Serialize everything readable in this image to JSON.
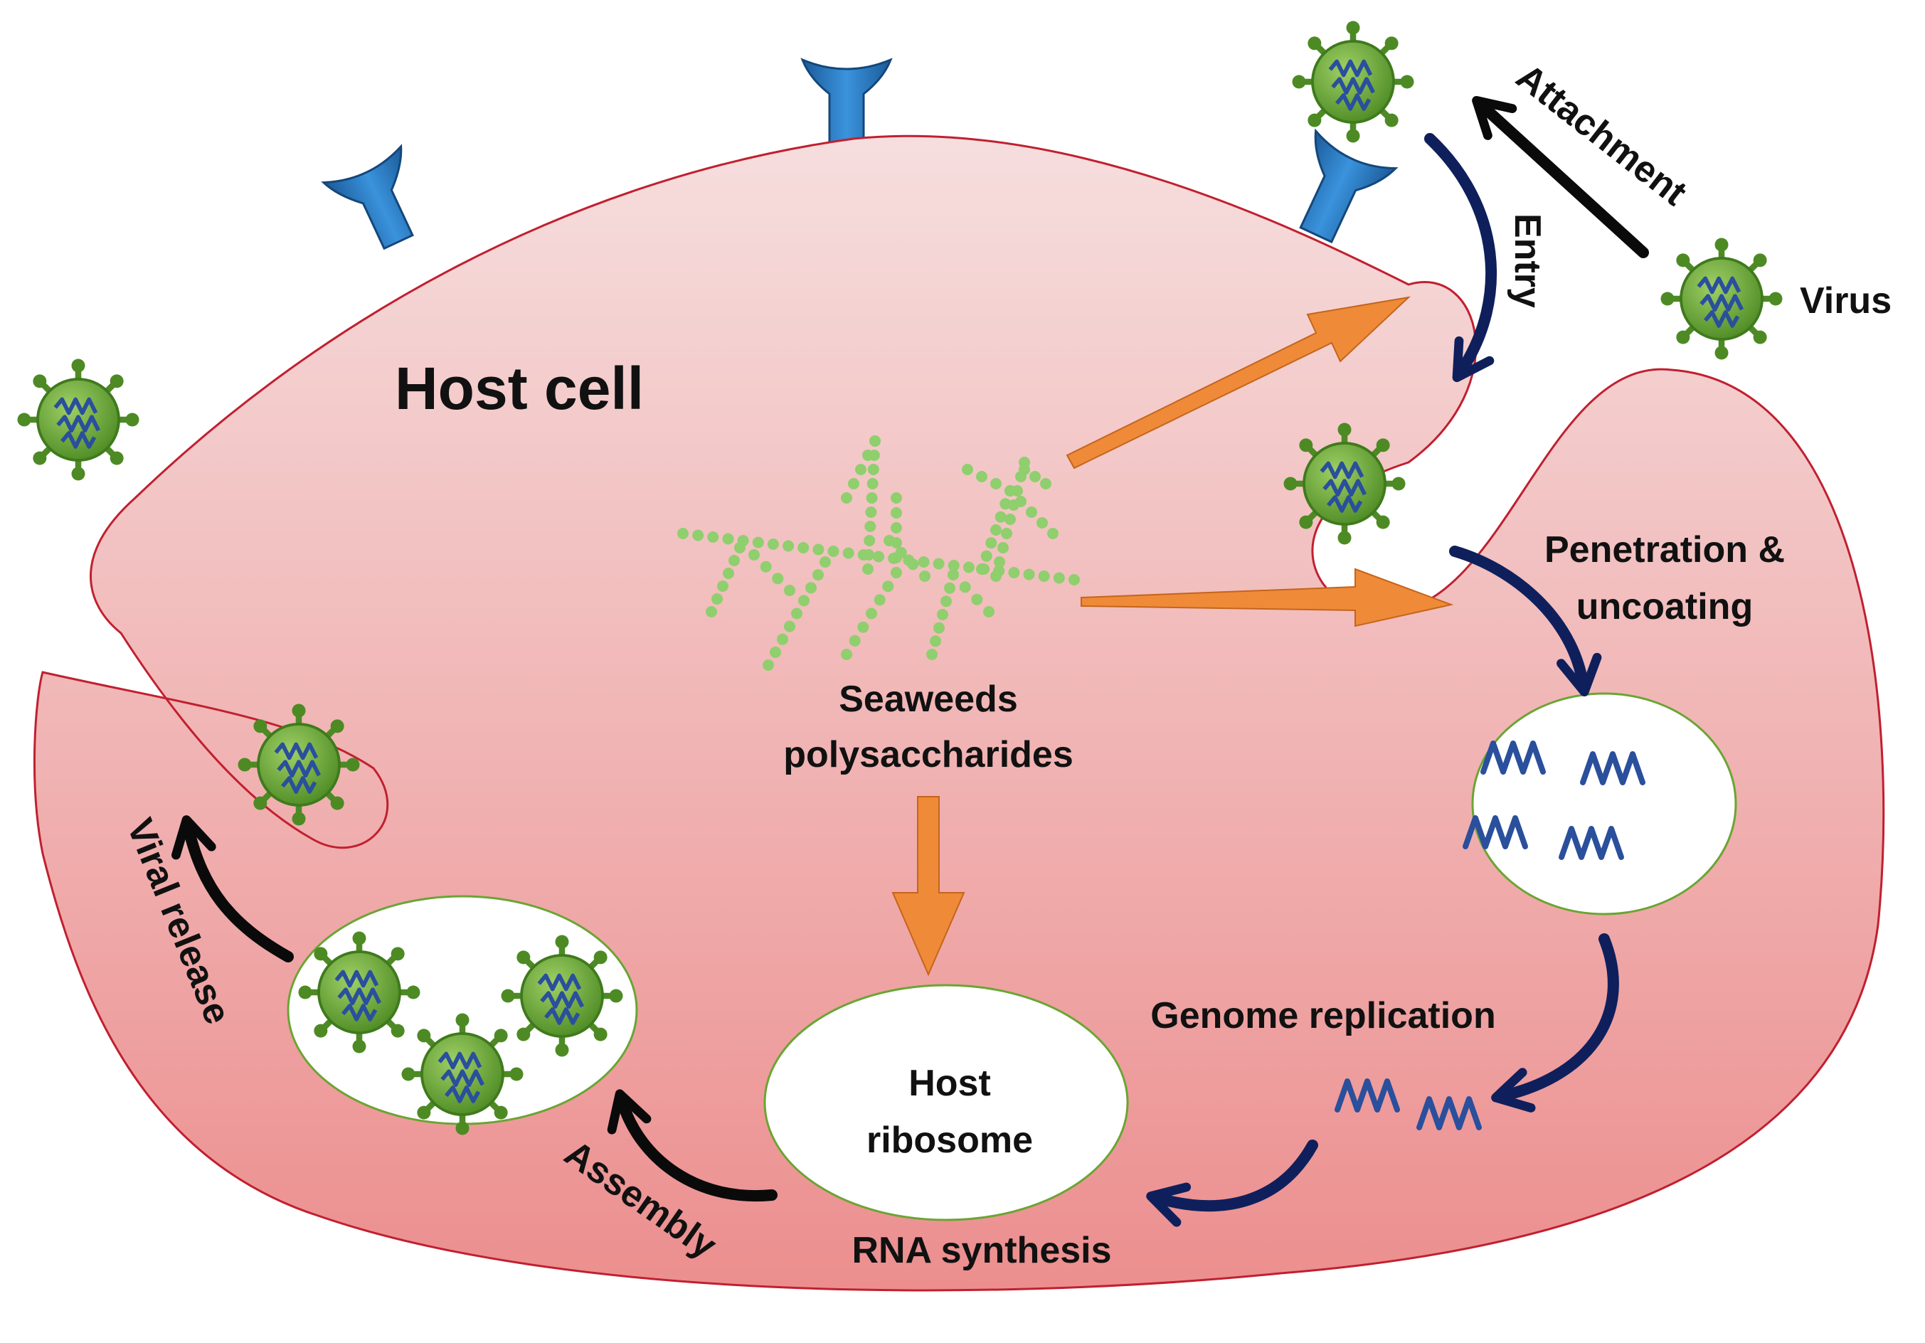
{
  "labels": {
    "host_cell": "Host cell",
    "virus": "Virus",
    "attachment": "Attachment",
    "entry": "Entry",
    "penetration_line1": "Penetration &",
    "penetration_line2": "uncoating",
    "seaweeds_line1": "Seaweeds",
    "seaweeds_line2": "polysaccharides",
    "genome_replication": "Genome replication",
    "ribosome_line1": "Host",
    "ribosome_line2": "ribosome",
    "rna_synthesis": "RNA synthesis",
    "assembly": "Assembly",
    "viral_release": "Viral release"
  },
  "colors": {
    "cell_top": "#f6dede",
    "cell_bottom": "#ec8e8e",
    "cell_border": "#c02030",
    "virus_body": "#6aa533",
    "virus_dark": "#3f7a1c",
    "rna": "#2a4f9c",
    "dark_arrow": "#0f1f5c",
    "black_arrow": "#0a0a0a",
    "orange_arrow": "#ef8a38",
    "receptor": "#2a78c2",
    "polysaccharide": "#8fcf6e",
    "vesicle_border": "#6aa533"
  },
  "icons": [
    "virus-icon",
    "receptor-icon",
    "rna-icon",
    "polysaccharide-icon"
  ]
}
